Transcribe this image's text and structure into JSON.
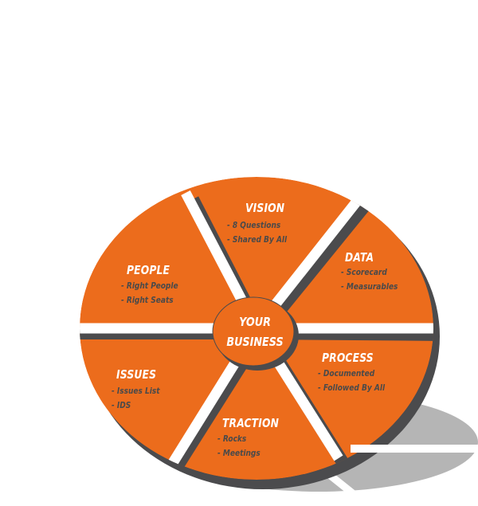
{
  "diagram": {
    "type": "segmented-wheel",
    "colors": {
      "segment_fill": "#ec6c1c",
      "segment_edge": "#4b4b4d",
      "shadow": "#b5b5b5",
      "heading_text": "#ffffff",
      "item_text": "#4a4a4a",
      "background": "#ffffff"
    },
    "center": {
      "line1": "YOUR",
      "line2": "BUSINESS"
    },
    "segments": [
      {
        "id": "vision",
        "title": "VISION",
        "items": [
          "- 8 Questions",
          "- Shared By All"
        ]
      },
      {
        "id": "data",
        "title": "DATA",
        "items": [
          "- Scorecard",
          "- Measurables"
        ]
      },
      {
        "id": "process",
        "title": "PROCESS",
        "items": [
          "- Documented",
          "- Followed By All"
        ]
      },
      {
        "id": "traction",
        "title": "TRACTION",
        "items": [
          "- Rocks",
          "- Meetings"
        ]
      },
      {
        "id": "issues",
        "title": "ISSUES",
        "items": [
          "- Issues List",
          "- IDS"
        ]
      },
      {
        "id": "people",
        "title": "PEOPLE",
        "items": [
          "- Right People",
          "- Right Seats"
        ]
      }
    ]
  }
}
